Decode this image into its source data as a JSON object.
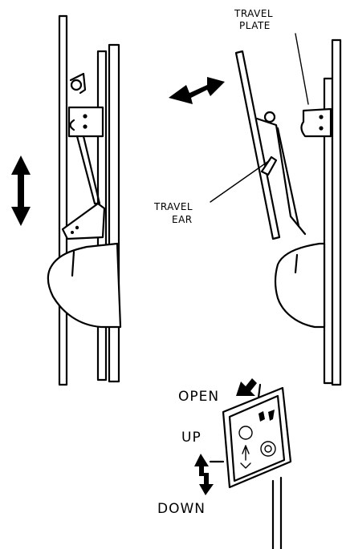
{
  "labels": {
    "travel_plate_line1": "TRAVEL",
    "travel_plate_line2": "PLATE",
    "travel_ear_line1": "TRAVEL",
    "travel_ear_line2": "EAR",
    "open": "OPEN",
    "up": "UP",
    "down": "DOWN"
  }
}
